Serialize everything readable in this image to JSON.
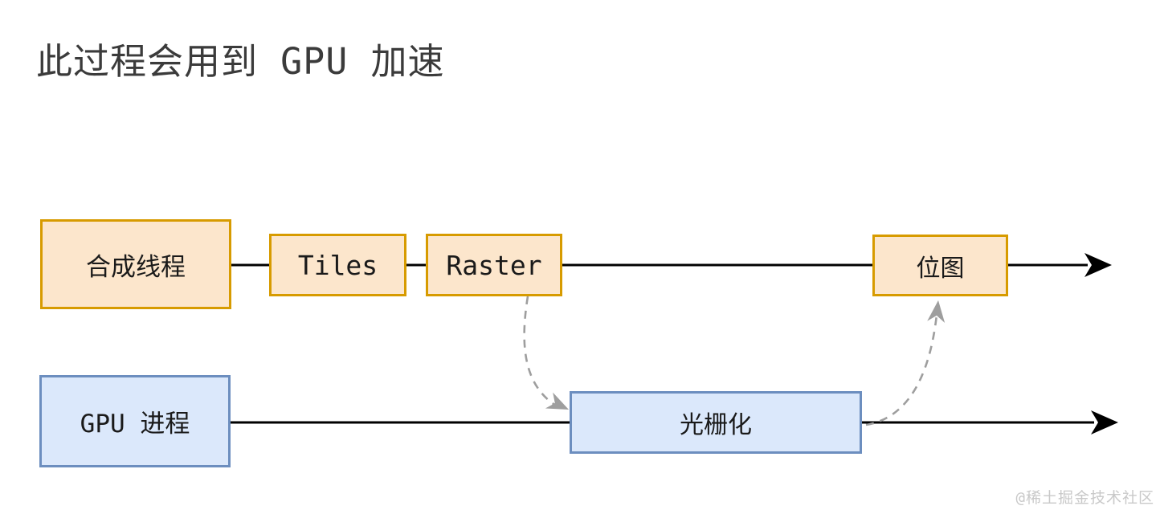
{
  "title": "此过程会用到 GPU 加速",
  "watermark": "@稀土掘金技术社区",
  "colors": {
    "orange_fill": "#fce6cc",
    "orange_border": "#d79b00",
    "blue_fill": "#dbe8fb",
    "blue_border": "#6c8ebf",
    "flow_line": "#000000",
    "dashed_connector": "#9e9e9e",
    "title_text": "#3b3b3b",
    "watermark_text": "#c9c9c9"
  },
  "lanes": {
    "compositor": {
      "nodes": [
        {
          "id": "compositor-thread",
          "label": "合成线程",
          "shape": "rect-orange"
        },
        {
          "id": "tiles",
          "label": "Tiles",
          "shape": "rect-orange"
        },
        {
          "id": "raster",
          "label": "Raster",
          "shape": "rect-orange"
        },
        {
          "id": "bitmap",
          "label": "位图",
          "shape": "rect-orange"
        }
      ],
      "flow": "left-to-right-arrow"
    },
    "gpu": {
      "nodes": [
        {
          "id": "gpu-process",
          "label": "GPU 进程",
          "shape": "rect-blue"
        },
        {
          "id": "rasterize",
          "label": "光栅化",
          "shape": "rect-blue"
        }
      ],
      "flow": "left-to-right-arrow"
    }
  },
  "edges": [
    {
      "from": "raster",
      "to": "rasterize",
      "style": "dashed-curved-gray-arrow"
    },
    {
      "from": "rasterize",
      "to": "bitmap",
      "style": "dashed-curved-gray-arrow"
    }
  ]
}
